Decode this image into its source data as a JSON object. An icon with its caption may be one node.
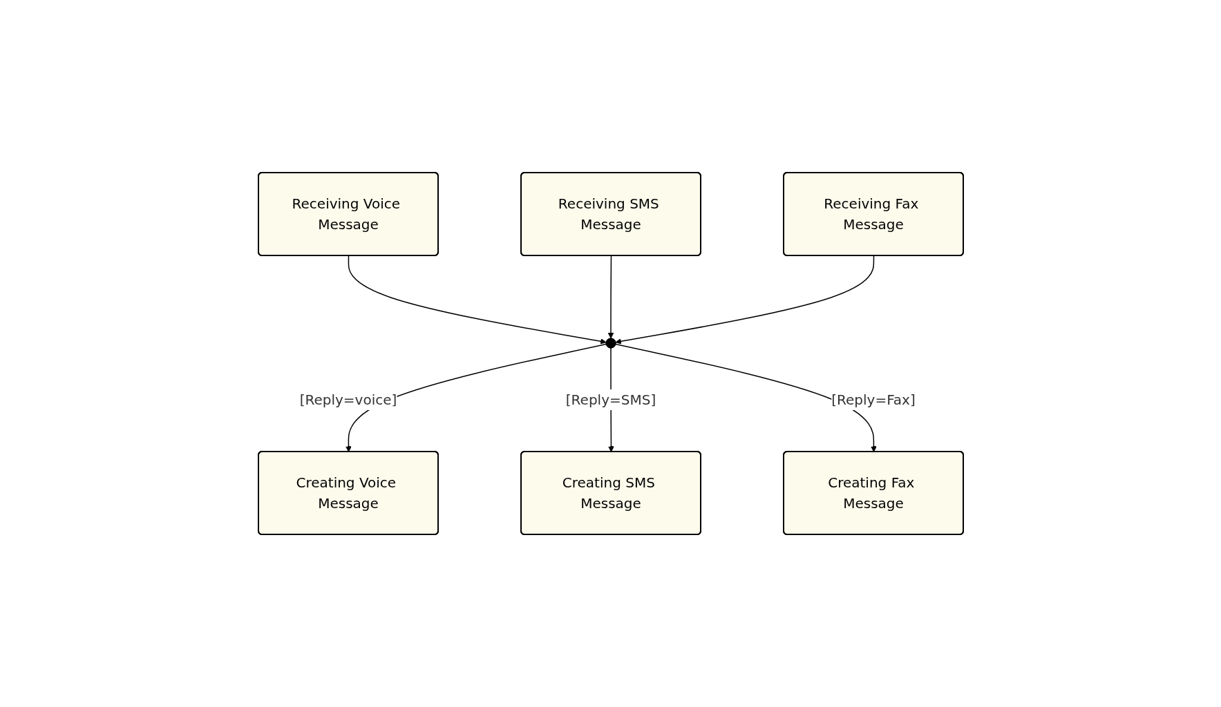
{
  "diagram": {
    "nodes": [
      {
        "text": [
          "Receiving Voice Message"
        ]
      },
      {
        "text": [
          "Receiving SMS Message"
        ]
      },
      {
        "text": [
          "Receiving Fax Message"
        ]
      },
      {
        "text": [],
        "shape": "circle"
      },
      {
        "text": [
          "Creating Voice Message"
        ]
      },
      {
        "text": [
          "Creating SMS Message"
        ]
      },
      {
        "text": [
          "Creating Fax Message"
        ]
      }
    ],
    "edges": [
      {
        "from": 0,
        "to": 3,
        "arrow": "to"
      },
      {
        "from": 1,
        "to": 3,
        "arrow": "to"
      },
      {
        "from": 2,
        "to": 3,
        "arrow": "to"
      },
      {
        "from": 3,
        "to": 4,
        "arrow": "to",
        "label": "[Reply=voice]"
      },
      {
        "from": 3,
        "to": 5,
        "arrow": "to",
        "label": "[Reply=SMS]"
      },
      {
        "from": 3,
        "to": 6,
        "arrow": "to",
        "label": "[Reply=Fax]"
      }
    ]
  }
}
